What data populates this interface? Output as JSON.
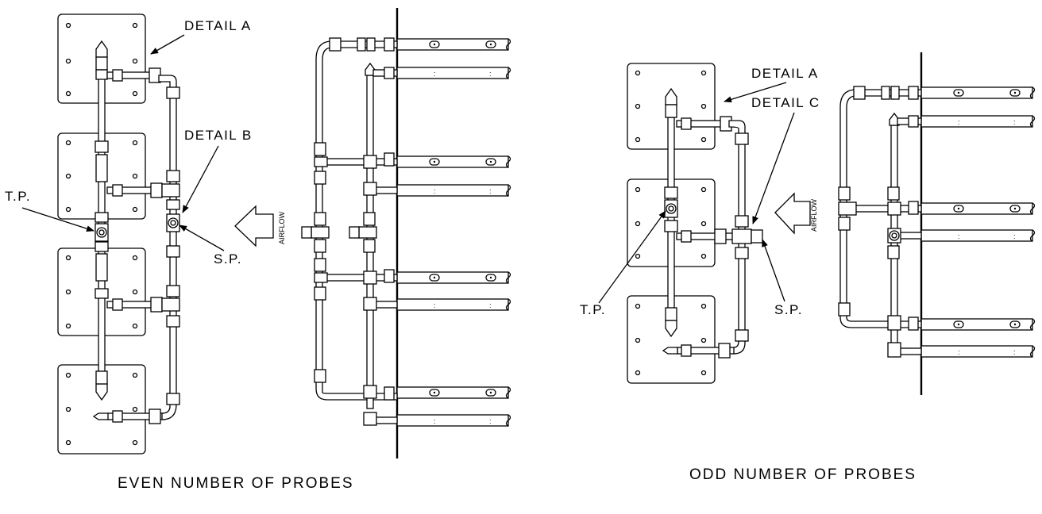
{
  "left": {
    "caption": "EVEN NUMBER OF PROBES",
    "labels": {
      "detail_a": "DETAIL A",
      "detail_b": "DETAIL B",
      "tp": "T.P.",
      "sp": "S.P.",
      "airflow": "AIRFLOW"
    }
  },
  "right": {
    "caption": "ODD NUMBER OF PROBES",
    "labels": {
      "detail_a": "DETAIL A",
      "detail_c": "DETAIL C",
      "tp": "T.P.",
      "sp": "S.P.",
      "airflow": "AIRFLOW"
    }
  }
}
